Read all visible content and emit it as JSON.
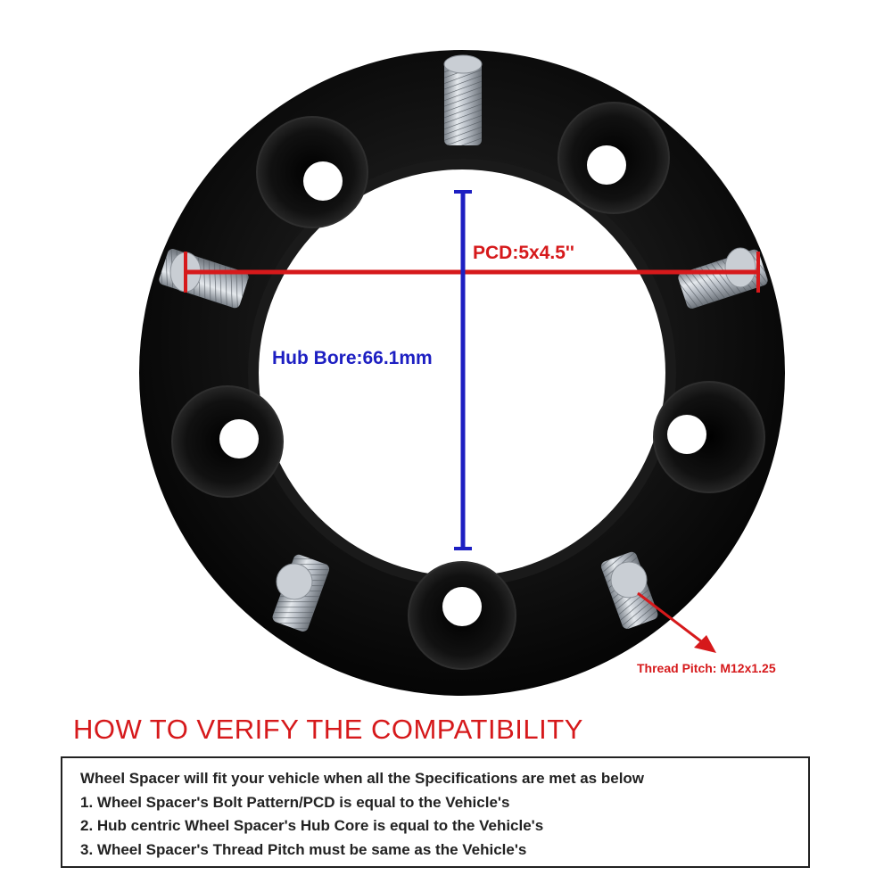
{
  "labels": {
    "pcd": "PCD:5x4.5''",
    "hub_bore": "Hub Bore:66.1mm",
    "thread_pitch": "Thread Pitch: M12x1.25"
  },
  "heading": "HOW TO VERIFY THE COMPATIBILITY",
  "spec_box": {
    "lines": [
      "Wheel Spacer will fit your vehicle when all the Specifications are met as below",
      "1. Wheel Spacer's Bolt Pattern/PCD is equal to the Vehicle's",
      "2. Hub centric Wheel Spacer's Hub Core is equal to the Vehicle's",
      "3. Wheel Spacer's Thread Pitch must be same as the Vehicle's"
    ]
  },
  "colors": {
    "accent_red": "#d6191b",
    "accent_blue": "#1d1fc2",
    "spacer_black": "#0c0c0c",
    "stud_silver": "#b8bec6"
  }
}
